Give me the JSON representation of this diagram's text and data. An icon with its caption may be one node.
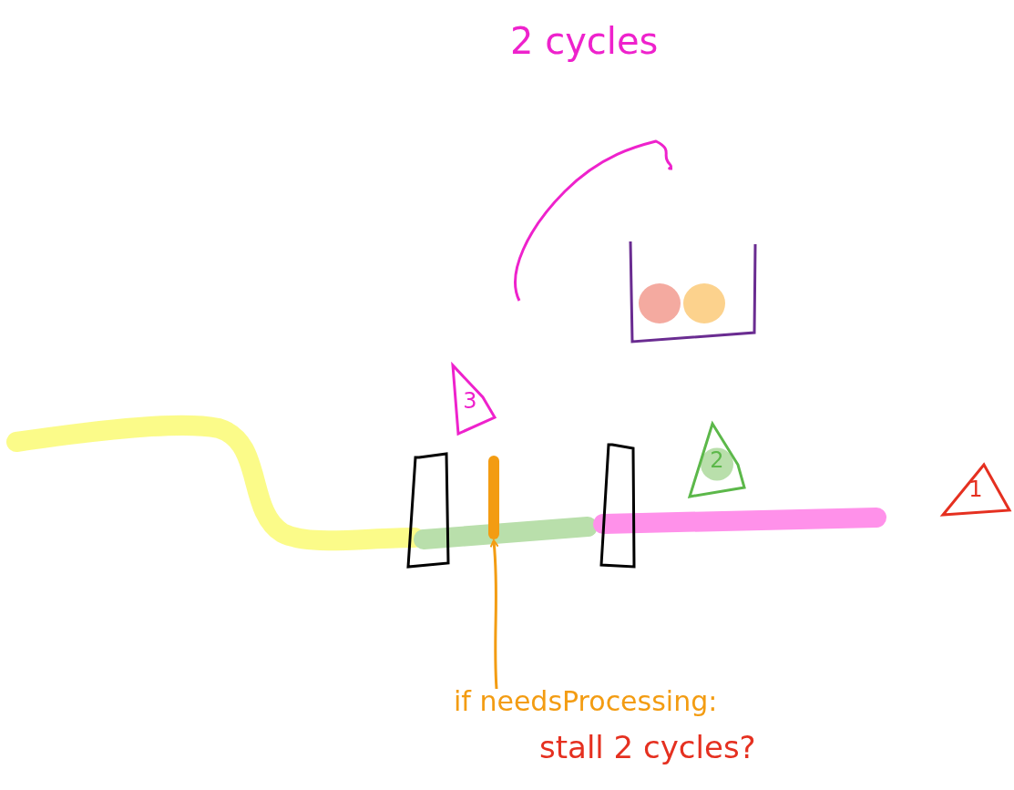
{
  "diagram": {
    "nodes": [
      {
        "text": [
          "3"
        ]
      },
      {
        "text": [
          "2"
        ]
      },
      {
        "text": [
          "1"
        ]
      },
      {
        "text": [
          "if needsProcessing:"
        ]
      },
      {
        "text": [],
        "shape": "bar"
      }
    ],
    "edges": [
      {
        "from": 3,
        "to": 4,
        "arrow": "to"
      }
    ],
    "labels": [
      "2 cycles",
      "stall 2 cycles?"
    ]
  }
}
